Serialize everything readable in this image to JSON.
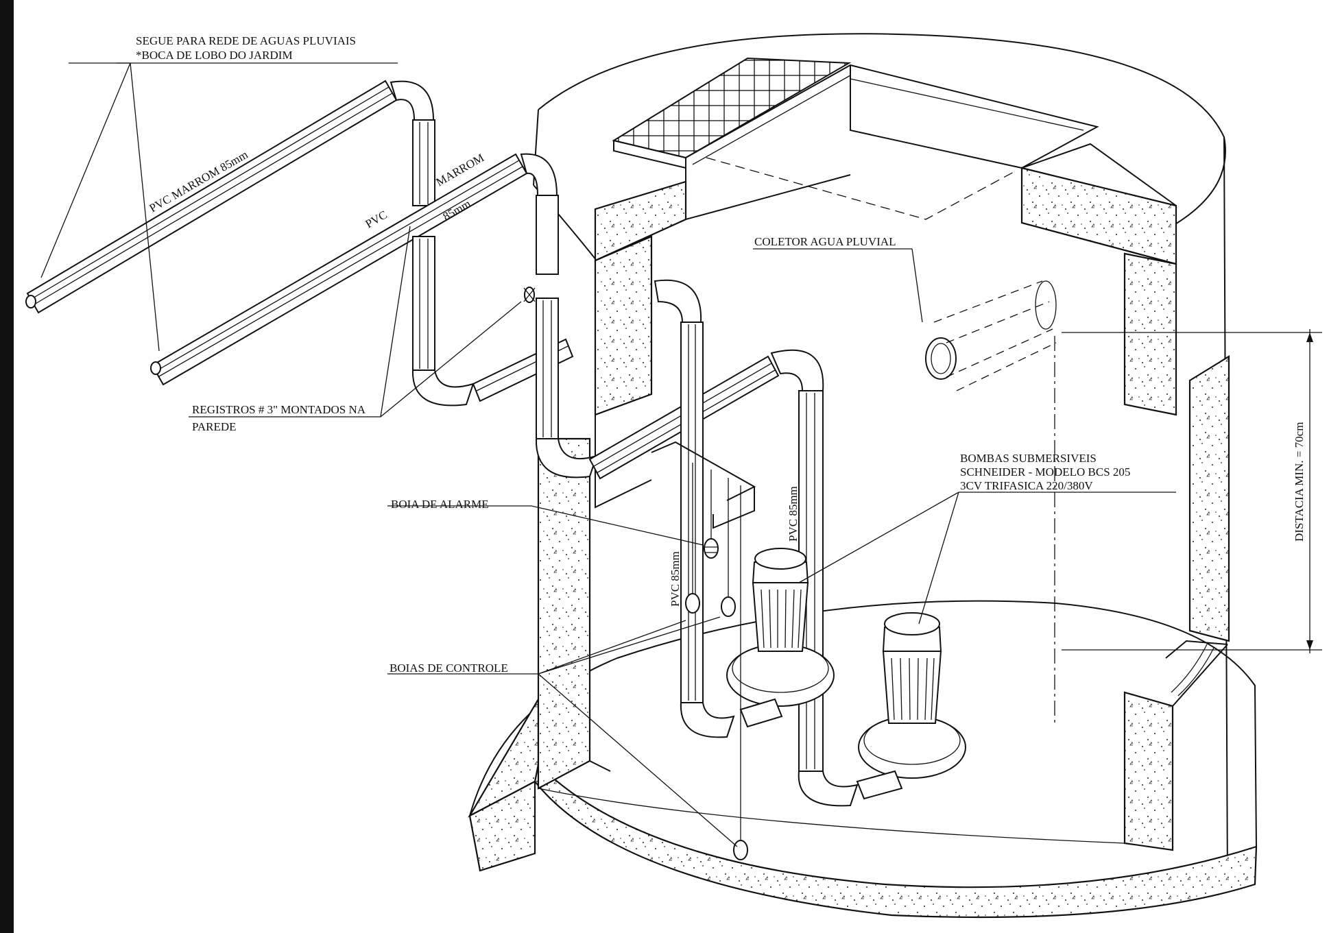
{
  "colors": {
    "ink": "#111111",
    "paper": "#ffffff"
  },
  "annotations": {
    "outlet_line1": "SEGUE PARA REDE DE AGUAS PLUVIAIS",
    "outlet_line2": "*BOCA DE LOBO DO JARDIM",
    "pipe_upper": "PVC MARROM 85mm",
    "pipe_lower_a": "PVC",
    "pipe_lower_b": "MARROM",
    "pipe_lower_c": "85mm",
    "valves_line1": "REGISTROS # 3\" MONTADOS NA",
    "valves_line2": "PAREDE",
    "collector": "COLETOR AGUA PLUVIAL",
    "pumps_line1": "BOMBAS SUBMERSIVEIS",
    "pumps_line2": "SCHNEIDER - MODELO BCS 205",
    "pumps_line3": "3CV TRIFASICA 220/380V",
    "alarm_float": "BOIA DE ALARME",
    "control_floats": "BOIAS DE CONTROLE",
    "riser_left": "PVC 85mm",
    "riser_right": "PVC 85mm",
    "distance": "DISTACIA MIN. = 70cm"
  }
}
